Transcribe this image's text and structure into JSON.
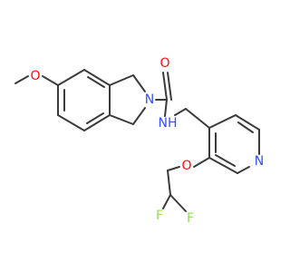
{
  "molecule": {
    "atoms": {
      "methoxy_o": {
        "symbol": "O",
        "color": "#ff0d0d"
      },
      "carbonyl_o": {
        "symbol": "O",
        "color": "#ff0d0d"
      },
      "ring_n": {
        "symbol": "N",
        "color": "#3050f8"
      },
      "amide_nh": {
        "symbol": "NH",
        "color": "#3050f8"
      },
      "ether_o": {
        "symbol": "O",
        "color": "#ff0d0d"
      },
      "pyridine_n": {
        "symbol": "N",
        "color": "#3050f8"
      },
      "fluorine_1": {
        "symbol": "F",
        "color": "#90e050"
      },
      "fluorine_2": {
        "symbol": "F",
        "color": "#90e050"
      }
    },
    "bond_color": "#3b3b3b"
  }
}
